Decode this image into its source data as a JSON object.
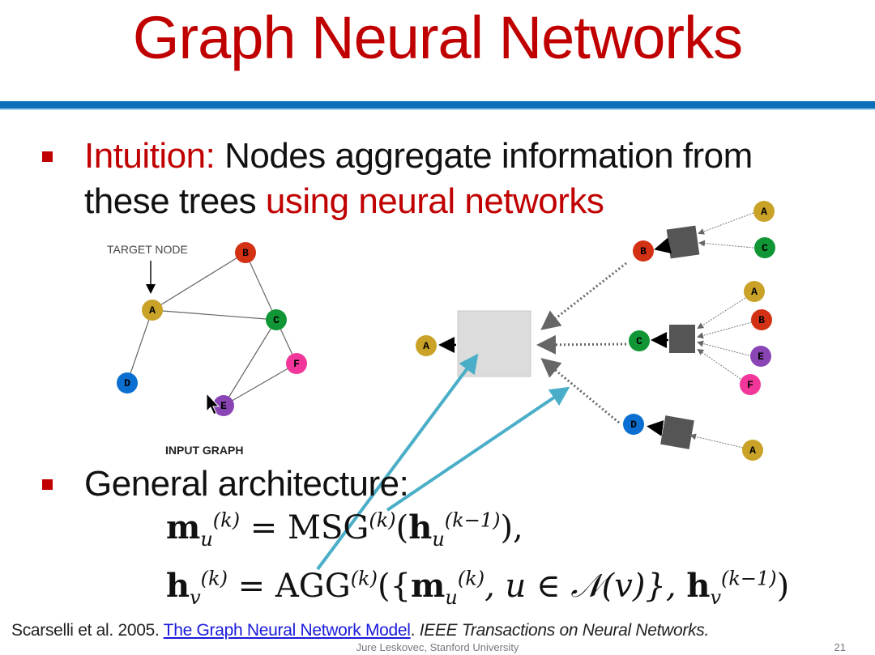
{
  "slide": {
    "title": "Graph Neural Networks",
    "bullets": [
      {
        "prefix": "Intuition:",
        "text": " Nodes aggregate information from",
        "line2_plain": "these trees ",
        "line2_red": "using neural networks"
      },
      {
        "text": "General architecture:"
      }
    ],
    "input_graph": {
      "target_label": "TARGET NODE",
      "caption": "INPUT GRAPH",
      "nodes": [
        {
          "id": "A",
          "color": "#c9a227"
        },
        {
          "id": "B",
          "color": "#d33114"
        },
        {
          "id": "C",
          "color": "#109634"
        },
        {
          "id": "D",
          "color": "#0a6fd1"
        },
        {
          "id": "E",
          "color": "#8a45b5"
        },
        {
          "id": "F",
          "color": "#f2369a"
        }
      ],
      "edges": [
        [
          "A",
          "B"
        ],
        [
          "A",
          "C"
        ],
        [
          "A",
          "D"
        ],
        [
          "B",
          "C"
        ],
        [
          "C",
          "E"
        ],
        [
          "C",
          "F"
        ],
        [
          "E",
          "F"
        ]
      ]
    },
    "computation_tree": {
      "root": "A",
      "level1": [
        "B",
        "C",
        "D"
      ],
      "level2": {
        "B": [
          "A",
          "C"
        ],
        "C": [
          "A",
          "B",
          "E",
          "F"
        ],
        "D": [
          "A"
        ]
      }
    },
    "equations": {
      "eq1": {
        "lhs": "m",
        "lhs_sub": "u",
        "lhs_sup": "(k)",
        "op": "MSG",
        "op_sup": "(k)",
        "arg": "h",
        "arg_sub": "u",
        "arg_sup": "(k−1)",
        "tail": "),"
      },
      "eq2": {
        "lhs": "h",
        "lhs_sub": "v",
        "lhs_sup": "(k)",
        "op": "AGG",
        "op_sup": "(k)",
        "set_open": "({",
        "m": "m",
        "m_sub": "u",
        "m_sup": "(k)",
        "cond": ", u ∈ 𝒩(v)}, ",
        "h": "h",
        "h_sub": "v",
        "h_sup": "(k−1)",
        "tail": ")"
      }
    },
    "citation": {
      "authors": "Scarselli et al. 2005. ",
      "link_text": "The Graph Neural Network Model",
      "after_link": ". ",
      "venue": "IEEE Transactions on Neural Networks."
    },
    "footer": "Jure Leskovec, Stanford University",
    "page_number": "21"
  }
}
